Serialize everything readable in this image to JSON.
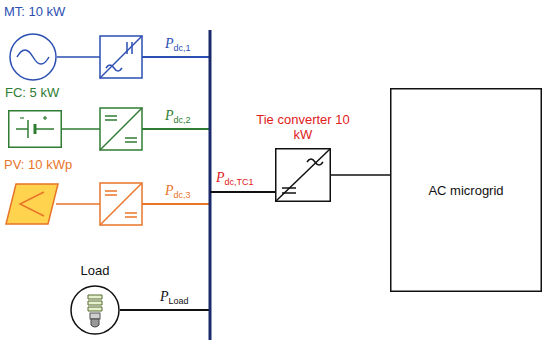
{
  "diagram": {
    "nodes": [
      {
        "text": [
          "MT: 10 kW"
        ]
      },
      {
        "text": [
          "FC: 5 kW"
        ]
      },
      {
        "text": [
          "PV: 10 kWp"
        ]
      },
      {
        "text": [
          "Load"
        ]
      },
      {
        "text": [
          "Tie converter 10 kW"
        ]
      },
      {
        "text": [
          "AC microgrid"
        ]
      }
    ],
    "edges": [
      {
        "from": 4,
        "to": 5,
        "arrow": "none"
      }
    ],
    "labels": [
      "Pdc,1",
      "Pdc,2",
      "Pdc,3",
      "PLoad",
      "Pdc,TC1"
    ]
  }
}
